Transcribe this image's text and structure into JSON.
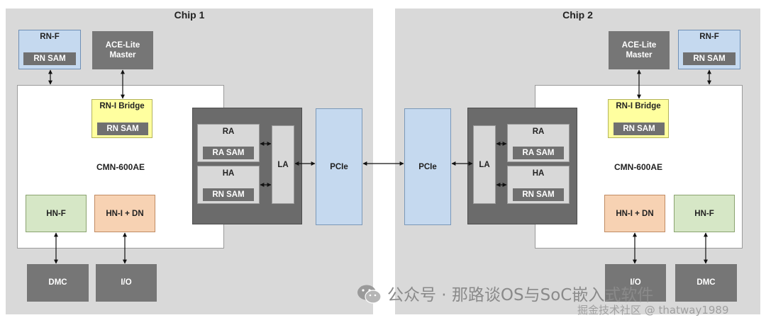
{
  "chip1": {
    "title": "Chip 1",
    "rnf": "RN-F",
    "rnf_sam": "RN SAM",
    "ace": "ACE-Lite\nMaster",
    "bridge": "RN-I Bridge",
    "bridge_sam": "RN SAM",
    "cmn": "CMN-600AE",
    "hnf": "HN-F",
    "hni": "HN-I + DN",
    "dmc": "DMC",
    "io": "I/O",
    "ra": "RA",
    "ra_sam": "RA SAM",
    "ha": "HA",
    "ha_sam": "RN SAM",
    "la": "LA",
    "pcie": "PCIe"
  },
  "chip2": {
    "title": "Chip 2",
    "rnf": "RN-F",
    "rnf_sam": "RN SAM",
    "ace": "ACE-Lite\nMaster",
    "bridge": "RN-I Bridge",
    "bridge_sam": "RN SAM",
    "cmn": "CMN-600AE",
    "hnf": "HN-F",
    "hni": "HN-I + DN",
    "dmc": "DMC",
    "io": "I/O",
    "ra": "RA",
    "ra_sam": "RA SAM",
    "ha": "HA",
    "ha_sam": "RN SAM",
    "la": "LA",
    "pcie": "PCIe"
  },
  "watermark": {
    "line1": "公众号 · 那路谈OS与SoC嵌入式软件",
    "line2": "掘金技术社区 @ thatway1989"
  }
}
